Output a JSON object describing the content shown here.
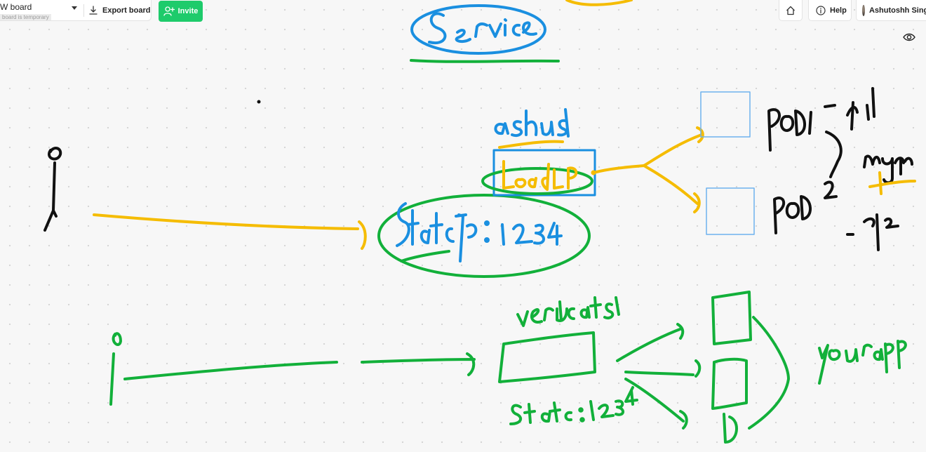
{
  "header": {
    "board_name": "W board",
    "board_note": "board is temporary",
    "export_label": "Export board",
    "invite_label": "Invite"
  },
  "top_right": {
    "help_label": "Help",
    "user_name": "Ashutoshh Singh"
  },
  "icons": {
    "export": "download-icon",
    "invite": "add-user-icon",
    "home": "home-icon",
    "help": "info-icon",
    "eye": "eye-icon"
  },
  "colors": {
    "invite_green": "#1ecb6b",
    "ink_blue": "#1a8fe0",
    "ink_yellow": "#f5bc00",
    "ink_green": "#12b03a",
    "ink_black": "#111111",
    "box_blue": "#6fb2ee"
  }
}
